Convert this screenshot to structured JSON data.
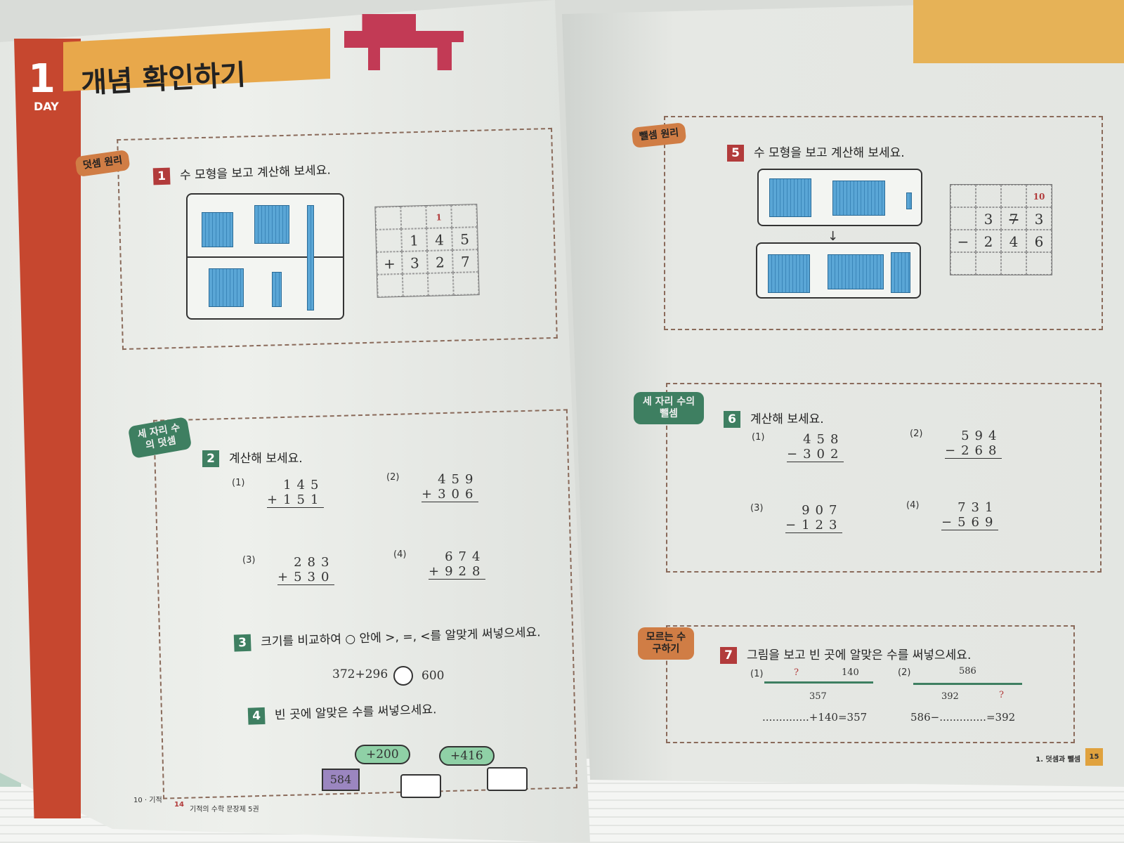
{
  "left_page": {
    "day_number": "1",
    "day_label": "DAY",
    "title": "개념 확인하기",
    "section1": {
      "tag": "덧셈 원리",
      "number": "1",
      "question": "수 모형을 보고 계산해 보세요.",
      "grid": {
        "carry": "1",
        "row1": [
          "",
          "1",
          "4",
          "5"
        ],
        "row2": [
          "+",
          "3",
          "2",
          "7"
        ]
      }
    },
    "section2": {
      "tag": "세 자리 수의 덧셈",
      "number": "2",
      "question": "계산해 보세요.",
      "problems": [
        {
          "label": "(1)",
          "top": "145",
          "bottom": "+151"
        },
        {
          "label": "(2)",
          "top": "459",
          "bottom": "+306"
        },
        {
          "label": "(3)",
          "top": "283",
          "bottom": "+530"
        },
        {
          "label": "(4)",
          "top": "674",
          "bottom": "+928"
        }
      ]
    },
    "section3": {
      "number": "3",
      "question": "크기를 비교하여 ○ 안에 >, =, <를 알맞게 써넣으세요.",
      "left": "372+296",
      "right": "600"
    },
    "section4": {
      "number": "4",
      "question": "빈 곳에 알맞은 수를 써넣으세요.",
      "start": "584",
      "op1": "+200",
      "op2": "+416"
    },
    "footer": {
      "prev": "10 · 기적",
      "page": "14",
      "book": "기적의 수학 문장제 5권"
    }
  },
  "right_page": {
    "section5": {
      "tag": "뺄셈 원리",
      "number": "5",
      "question": "수 모형을 보고 계산해 보세요.",
      "grid": {
        "carry": "10",
        "row1": [
          "",
          "3",
          "7",
          "3"
        ],
        "row2": [
          "−",
          "2",
          "4",
          "6"
        ]
      }
    },
    "section6": {
      "tag": "세 자리 수의 뺄셈",
      "number": "6",
      "question": "계산해 보세요.",
      "problems": [
        {
          "label": "(1)",
          "top": "458",
          "bottom": "−302"
        },
        {
          "label": "(2)",
          "top": "594",
          "bottom": "−268"
        },
        {
          "label": "(3)",
          "top": "907",
          "bottom": "−123"
        },
        {
          "label": "(4)",
          "top": "731",
          "bottom": "−569"
        }
      ]
    },
    "section7": {
      "tag": "모르는 수 구하기",
      "number": "7",
      "question": "그림을 보고 빈 곳에 알맞은 수를 써넣으세요.",
      "p1": {
        "label": "(1)",
        "unknown": "?",
        "part": "140",
        "total": "357",
        "equation": "..............+140=357"
      },
      "p2": {
        "label": "(2)",
        "total": "586",
        "part": "392",
        "unknown": "?",
        "equation": "586−..............=392"
      }
    },
    "footer": {
      "chapter": "1. 덧셈과 뺄셈",
      "page": "15"
    }
  }
}
